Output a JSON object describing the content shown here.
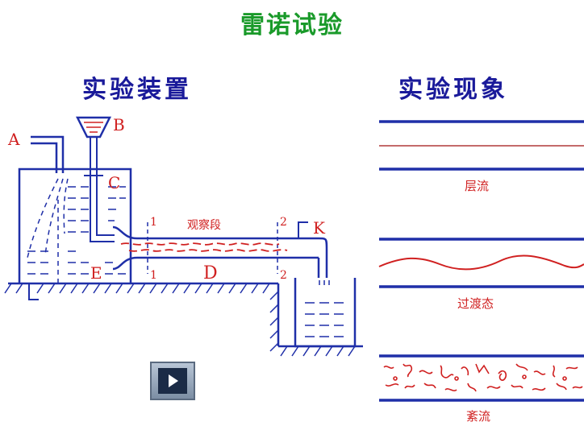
{
  "title": "雷诺试验",
  "left_heading": "实验装置",
  "right_heading": "实验现象",
  "apparatus_labels": {
    "A": "A",
    "B": "B",
    "C": "C",
    "D": "D",
    "E": "E",
    "K": "K",
    "sec1_top": "1",
    "sec1_bot": "1",
    "sec2_top": "2",
    "sec2_bot": "2",
    "observation": "观察段"
  },
  "regimes": {
    "laminar": "层流",
    "transitional": "过渡态",
    "turbulent": "紊流"
  },
  "colors": {
    "title": "#1a9a2a",
    "heading": "#1a1a9a",
    "line": "#1f2fa8",
    "dye": "#d02020"
  },
  "controls": {
    "play_icon": "play-icon"
  }
}
